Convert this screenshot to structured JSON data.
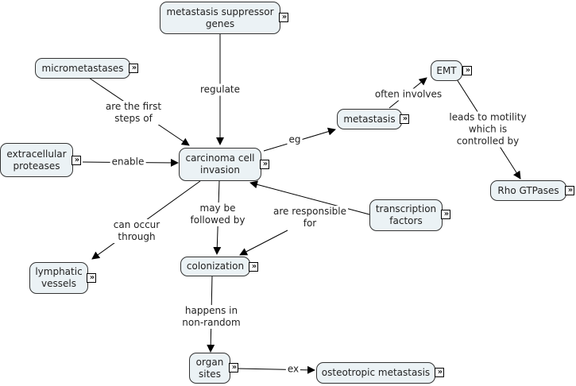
{
  "concepts": {
    "suppressor": "metastasis suppressor\ngenes",
    "micrometastases": "micrometastases",
    "proteases": "extracellular\nproteases",
    "invasion": "carcinoma cell\ninvasion",
    "metastasis": "metastasis",
    "emt": "EMT",
    "rho": "Rho GTPases",
    "transcription": "transcription\nfactors",
    "lymphatic": "lymphatic\nvessels",
    "colonization": "colonization",
    "organ": "organ\nsites",
    "osteotropic": "osteotropic metastasis"
  },
  "links": {
    "regulate": "regulate",
    "first_steps": "are the first\nsteps of",
    "enable": "enable",
    "eg": "eg",
    "often_involves": "often involves",
    "leads_to": "leads to motility\nwhich is controlled by",
    "responsible": "are responsible\nfor",
    "can_occur": "can occur\nthrough",
    "followed_by": "may be\nfollowed by",
    "happens_in": "happens in\nnon-random",
    "ex": "ex"
  },
  "icons": {
    "expand": "»"
  }
}
